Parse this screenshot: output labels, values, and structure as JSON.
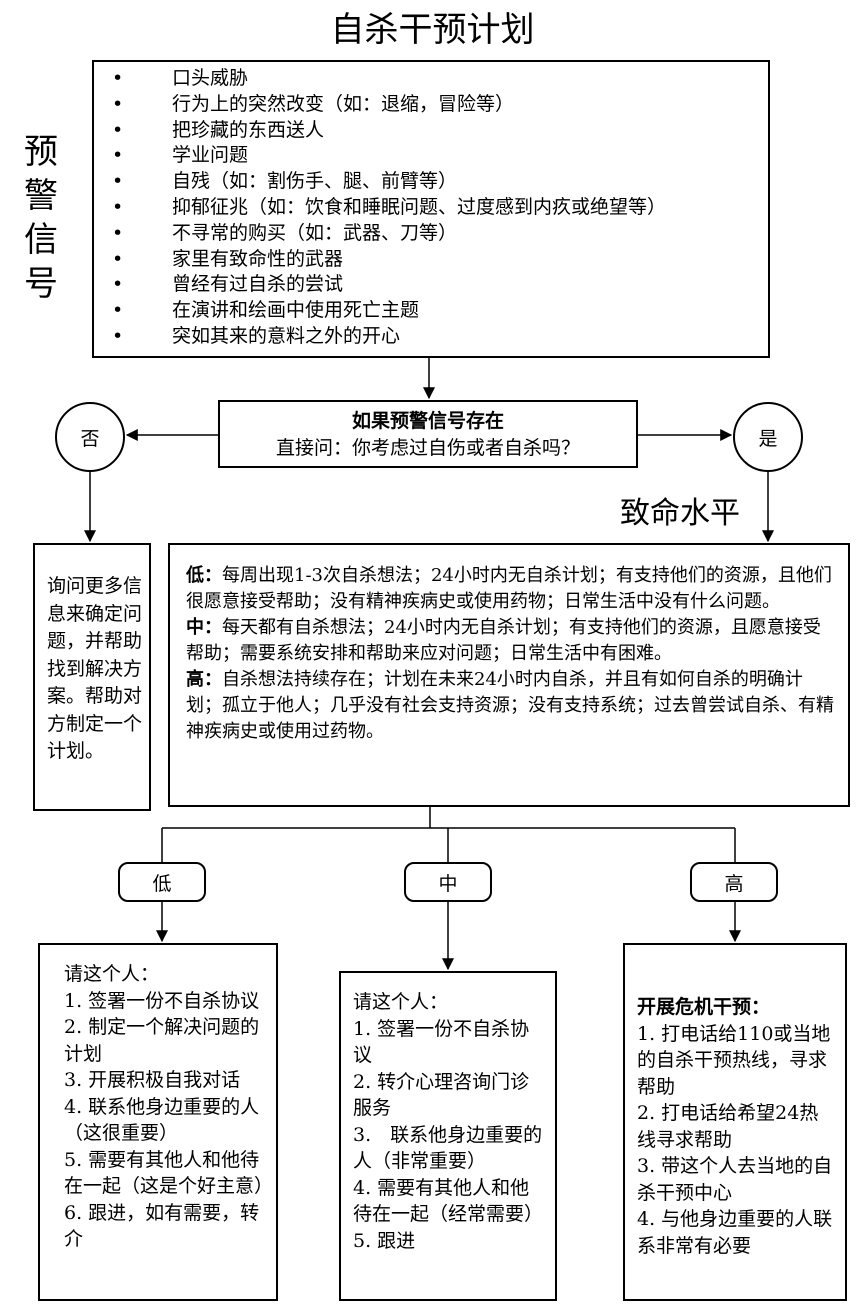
{
  "title": "自杀干预计划",
  "side_label": [
    "预",
    "警",
    "信",
    "号"
  ],
  "warning_signs": [
    "口头威胁",
    "行为上的突然改变（如：退缩，冒险等）",
    "把珍藏的东西送人",
    "学业问题",
    "自残（如：割伤手、腿、前臂等）",
    "抑郁征兆（如：饮食和睡眠问题、过度感到内疚或绝望等）",
    "不寻常的购买（如：武器、刀等）",
    "家里有致命性的武器",
    "曾经有过自杀的尝试",
    "在演讲和绘画中使用死亡主题",
    "突如其来的意料之外的开心"
  ],
  "question": {
    "title": "如果预警信号存在",
    "text": "直接问：你考虑过自伤或者自杀吗？"
  },
  "no_label": "否",
  "yes_label": "是",
  "lethality_title": "致命水平",
  "no_action": "询问更多信息来确定问题，并帮助找到解决方案。帮助对方制定一个计划。",
  "levels": {
    "low_label": "低：",
    "low_text": "每周出现1-3次自杀想法；24小时内无自杀计划；有支持他们的资源，且他们很愿意接受帮助；没有精神疾病史或使用药物；日常生活中没有什么问题。",
    "mid_label": "中：",
    "mid_text": "每天都有自杀想法；24小时内无自杀计划；有支持他们的资源，且愿意接受帮助；需要系统安排和帮助来应对问题；日常生活中有困难。",
    "high_label": "高：",
    "high_text": "自杀想法持续存在；计划在未来24小时内自杀，并且有如何自杀的明确计划；孤立于他人；几乎没有社会支持资源；没有支持系统；过去曾尝试自杀、有精神疾病史或使用过药物。"
  },
  "pills": {
    "low": "低",
    "mid": "中",
    "high": "高"
  },
  "low_actions": {
    "head": "请这个人：",
    "items": [
      "1. 签署一份不自杀协议",
      "2. 制定一个解决问题的计划",
      "3. 开展积极自我对话",
      "4. 联系他身边重要的人（这很重要）",
      "5. 需要有其他人和他待在一起（这是个好主意）",
      "6. 跟进，如有需要，转介"
    ]
  },
  "mid_actions": {
    "head": "请这个人：",
    "items": [
      "1. 签署一份不自杀协议",
      "2. 转介心理咨询门诊服务",
      "3.　联系他身边重要的人（非常重要）",
      "4. 需要有其他人和他待在一起（经常需要）",
      "5. 跟进"
    ]
  },
  "high_actions": {
    "head": "开展危机干预：",
    "items": [
      "1. 打电话给110或当地的自杀干预热线，寻求帮助",
      "2. 打电话给希望24热线寻求帮助",
      "3. 带这个人去当地的自杀干预中心",
      "4. 与他身边重要的人联系非常有必要"
    ]
  }
}
